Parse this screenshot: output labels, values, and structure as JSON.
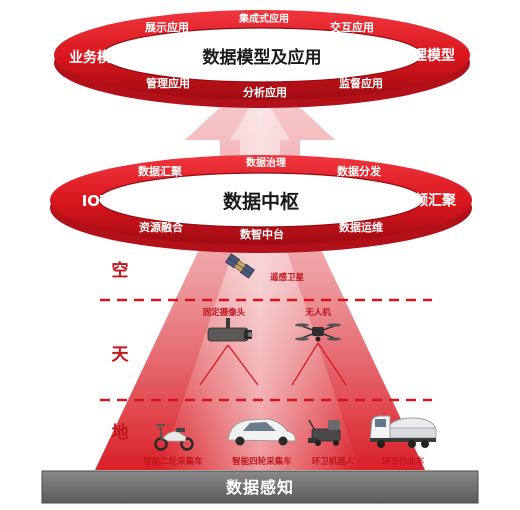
{
  "top_ring": {
    "center": "数据模型及应用",
    "left": "业务模型",
    "right": "推理模型",
    "top_items": [
      "展示应用",
      "集成式应用",
      "交互应用"
    ],
    "bottom_items": [
      "管理应用",
      "分析应用",
      "监督应用"
    ]
  },
  "mid_ring": {
    "center": "数据中枢",
    "left": "IOT",
    "right": "视频汇聚",
    "top_items": [
      "数据汇聚",
      "数据治理",
      "数据分发"
    ],
    "bottom_items": [
      "资源融合",
      "数智中台",
      "数据运维"
    ]
  },
  "layers": {
    "sky": "空",
    "air": "天",
    "ground": "地"
  },
  "devices": {
    "satellite": "遥感卫星",
    "camera": "固定摄像头",
    "drone": "无人机",
    "ebike": "智能二轮采集车",
    "car": "智能四轮采集车",
    "robot": "环卫机器人",
    "truck": "环卫作业车"
  },
  "base": {
    "label": "数据感知"
  },
  "colors": {
    "accent_red": "#d7141c",
    "dark_red": "#a50f15",
    "base_gray": "#6f6f6f"
  }
}
